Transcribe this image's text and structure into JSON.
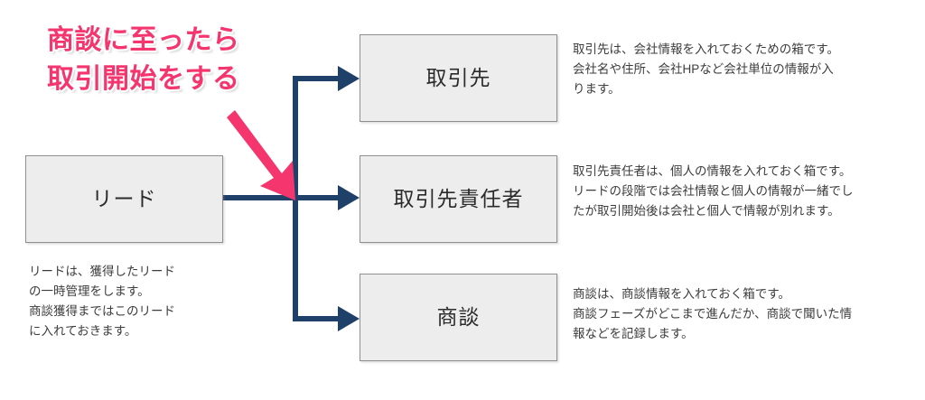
{
  "headline": {
    "text": "商談に至ったら\n取引開始をする",
    "color": "#F5356E"
  },
  "colors": {
    "connector": "#1F4068",
    "box_fill": "#EDEDED",
    "box_border": "#8F8F8F",
    "accent_pink": "#F5356E",
    "background": "#FFFFFF"
  },
  "nodes": {
    "lead": {
      "label": "リード"
    },
    "account": {
      "label": "取引先"
    },
    "contact": {
      "label": "取引先責任者"
    },
    "opportunity": {
      "label": "商談"
    }
  },
  "descriptions": {
    "lead": "リードは、獲得したリード\nの一時管理をします。\n商談獲得まではこのリード\nに入れておきます。",
    "account": "取引先は、会社情報を入れておくための箱です。\n会社名や住所、会社HPなど会社単位の情報が入\nります。",
    "contact": "取引先責任者は、個人の情報を入れておく箱です。\nリードの段階では会社情報と個人の情報が一緒でし\nたが取引開始後は会社と個人で情報が別れます。",
    "opportunity": "商談は、商談情報を入れておく箱です。\n商談フェーズがどこまで進んだか、商談で聞いた情\n報などを記録します。"
  },
  "connectors": {
    "lead_to_branch": "arrow-right",
    "branch_to_account": "arrow-right",
    "branch_to_contact": "arrow-right",
    "branch_to_opportunity": "arrow-right",
    "emphasis": "pink-down-right-arrow"
  }
}
